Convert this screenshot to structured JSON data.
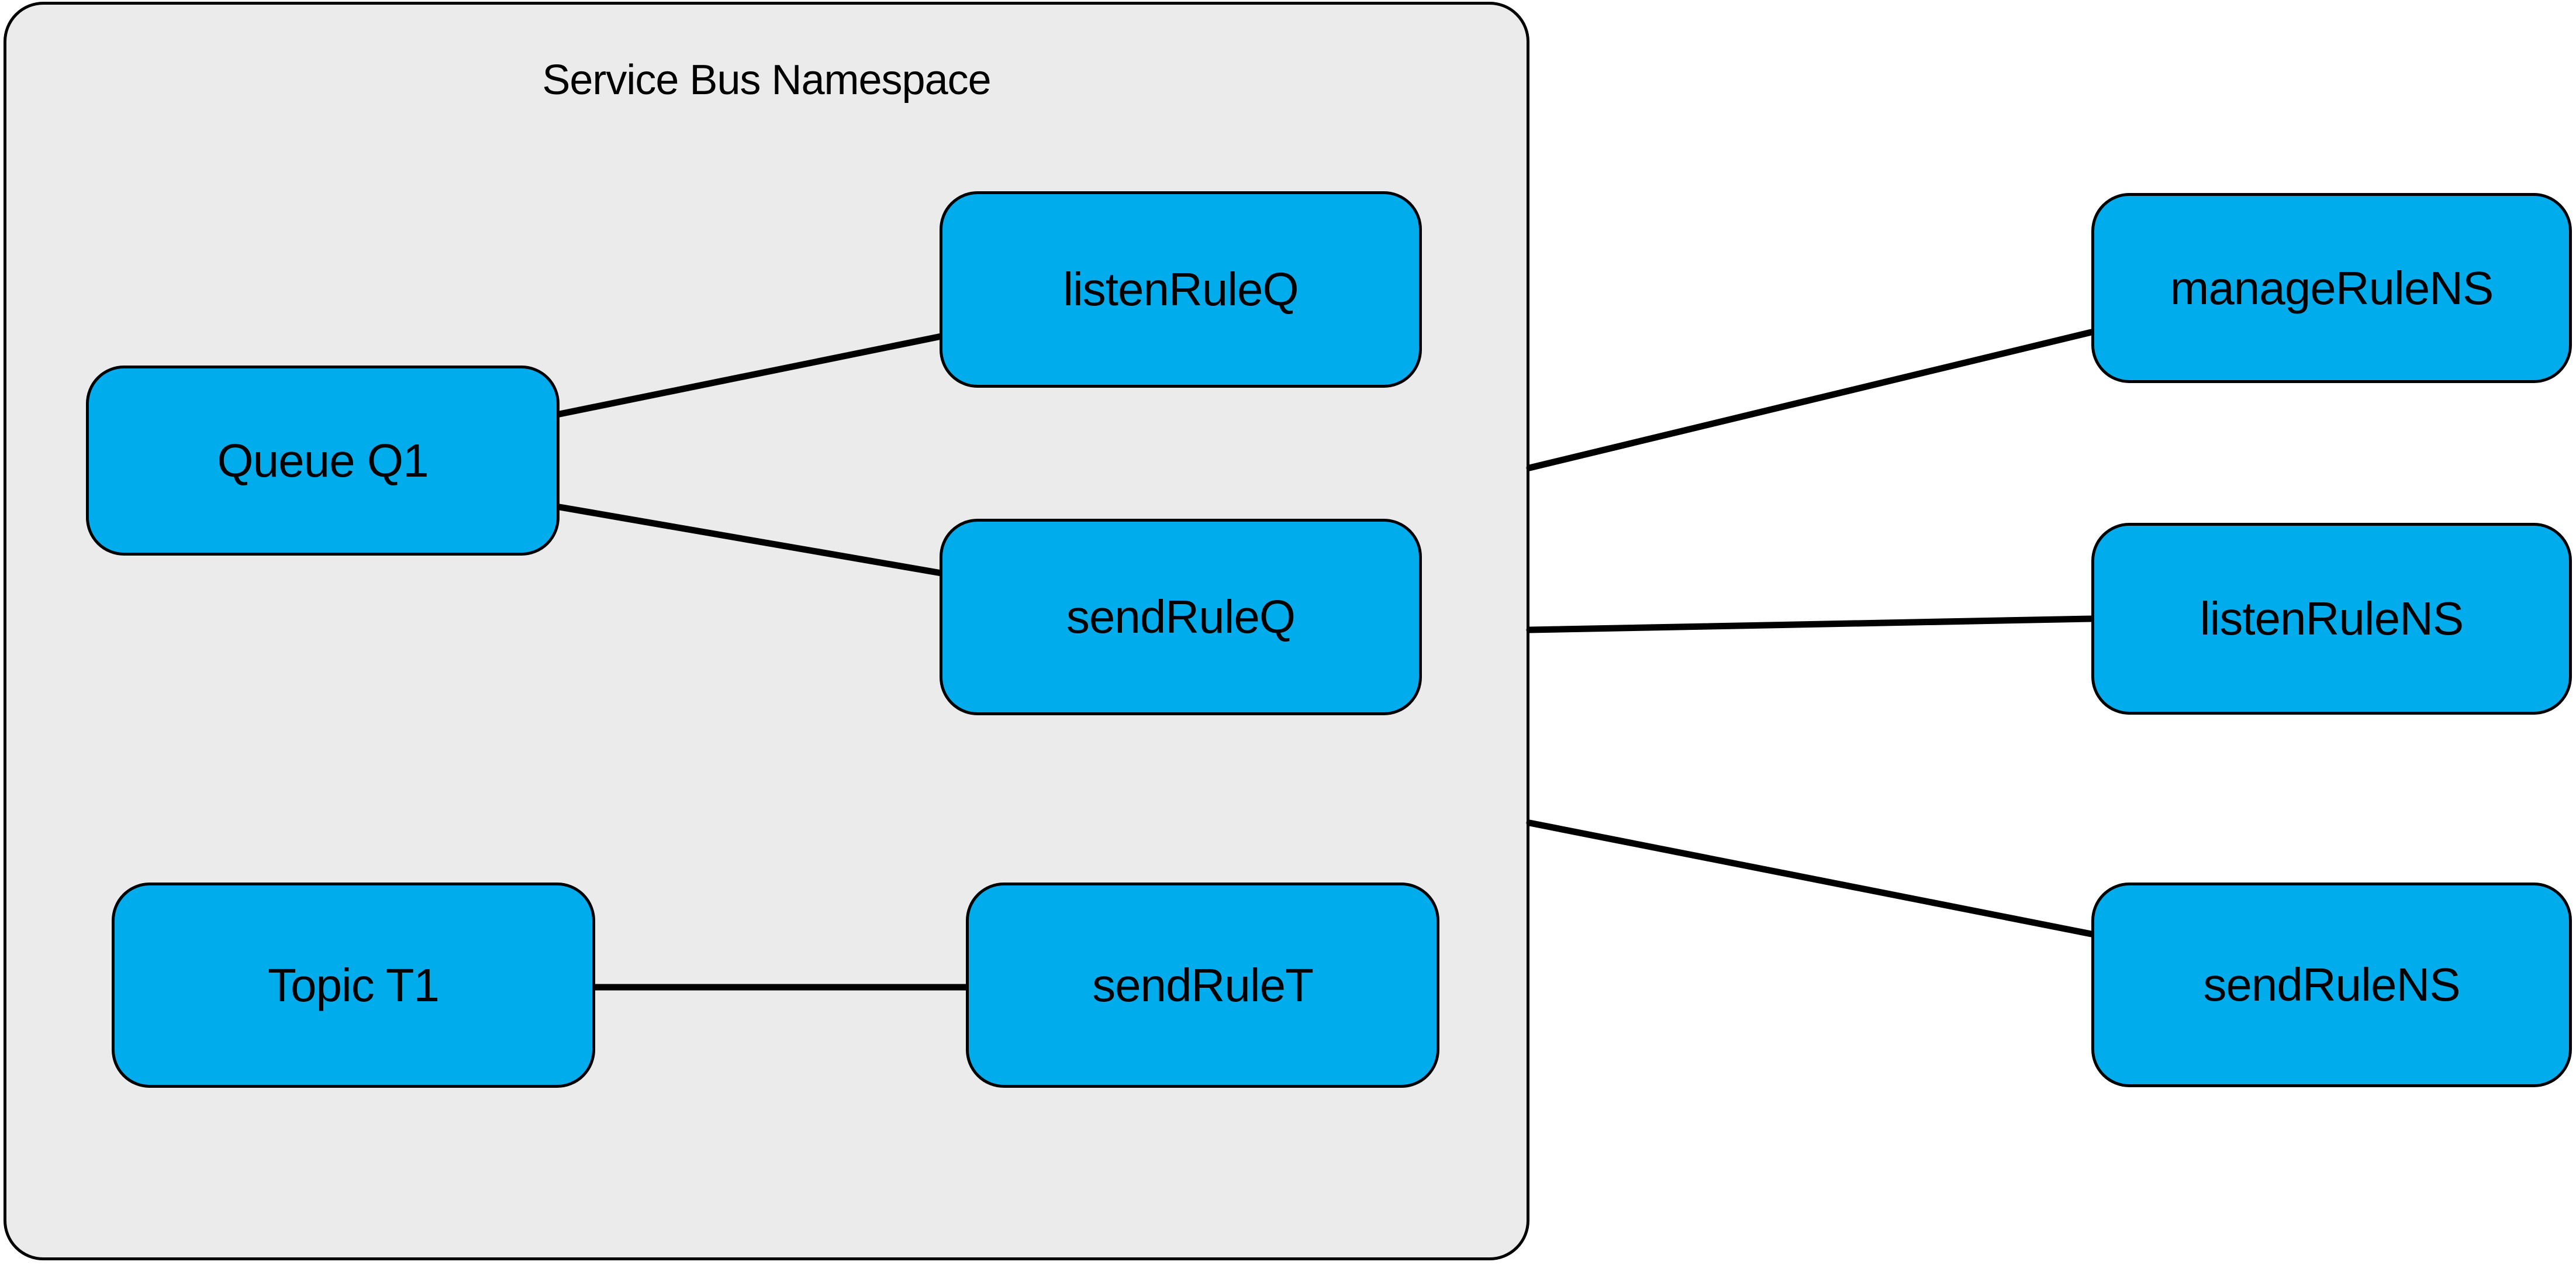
{
  "diagram": {
    "container": {
      "label": "Service Bus Namespace"
    },
    "nodes": {
      "queue_q1": {
        "label": "Queue Q1"
      },
      "listen_rule_q": {
        "label": "listenRuleQ"
      },
      "send_rule_q": {
        "label": "sendRuleQ"
      },
      "topic_t1": {
        "label": "Topic T1"
      },
      "send_rule_t": {
        "label": "sendRuleT"
      },
      "manage_rule_ns": {
        "label": "manageRuleNS"
      },
      "listen_rule_ns": {
        "label": "listenRuleNS"
      },
      "send_rule_ns": {
        "label": "sendRuleNS"
      }
    },
    "edges": [
      {
        "from": "Queue Q1",
        "to": "listenRuleQ"
      },
      {
        "from": "Queue Q1",
        "to": "sendRuleQ"
      },
      {
        "from": "Topic T1",
        "to": "sendRuleT"
      },
      {
        "from": "Service Bus Namespace",
        "to": "manageRuleNS"
      },
      {
        "from": "Service Bus Namespace",
        "to": "listenRuleNS"
      },
      {
        "from": "Service Bus Namespace",
        "to": "sendRuleNS"
      }
    ],
    "colors": {
      "background": "#ffffff",
      "container_fill": "#ebebeb",
      "container_border": "#000000",
      "node_fill": "#00acec",
      "node_border": "#000000",
      "connector": "#000000",
      "text": "#000000"
    }
  }
}
